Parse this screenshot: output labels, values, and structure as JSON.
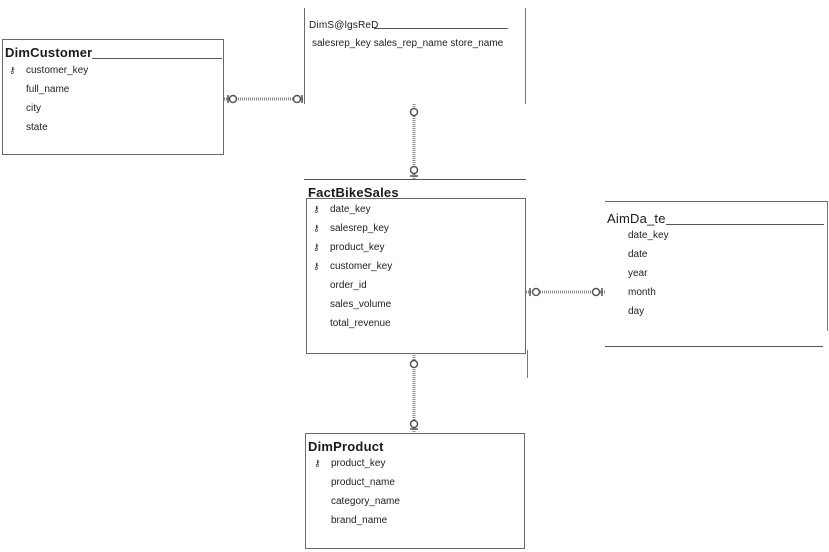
{
  "tables": {
    "dim_customer": {
      "title": "DimCustomer",
      "columns": [
        {
          "name": "customer_key",
          "pk": true
        },
        {
          "name": "full_name",
          "pk": false
        },
        {
          "name": "city",
          "pk": false
        },
        {
          "name": "state",
          "pk": false
        }
      ]
    },
    "dim_salesrep": {
      "title": "DimS@lgsReD",
      "columns_text": "salesrep_key sales_rep_name store_name"
    },
    "fact_bike_sales": {
      "title": "FactBikeSales",
      "columns": [
        {
          "name": "date_key",
          "pk": true
        },
        {
          "name": "salesrep_key",
          "pk": true
        },
        {
          "name": "product_key",
          "pk": true
        },
        {
          "name": "customer_key",
          "pk": true
        },
        {
          "name": "order_id",
          "pk": false
        },
        {
          "name": "sales_volume",
          "pk": false
        },
        {
          "name": "total_revenue",
          "pk": false
        }
      ]
    },
    "dim_date": {
      "title": "AimDa_te",
      "columns": [
        {
          "name": "date_key",
          "pk": false
        },
        {
          "name": "date",
          "pk": false
        },
        {
          "name": "year",
          "pk": false
        },
        {
          "name": "month",
          "pk": false
        },
        {
          "name": "day",
          "pk": false
        }
      ]
    },
    "dim_product": {
      "title": "DimProduct",
      "columns": [
        {
          "name": "product_key",
          "pk": true
        },
        {
          "name": "product_name",
          "pk": false
        },
        {
          "name": "category_name",
          "pk": false
        },
        {
          "name": "brand_name",
          "pk": false
        }
      ]
    }
  },
  "icons": {
    "key": "key-icon"
  },
  "colors": {
    "line": "#777777",
    "border": "#6a6a6a"
  }
}
